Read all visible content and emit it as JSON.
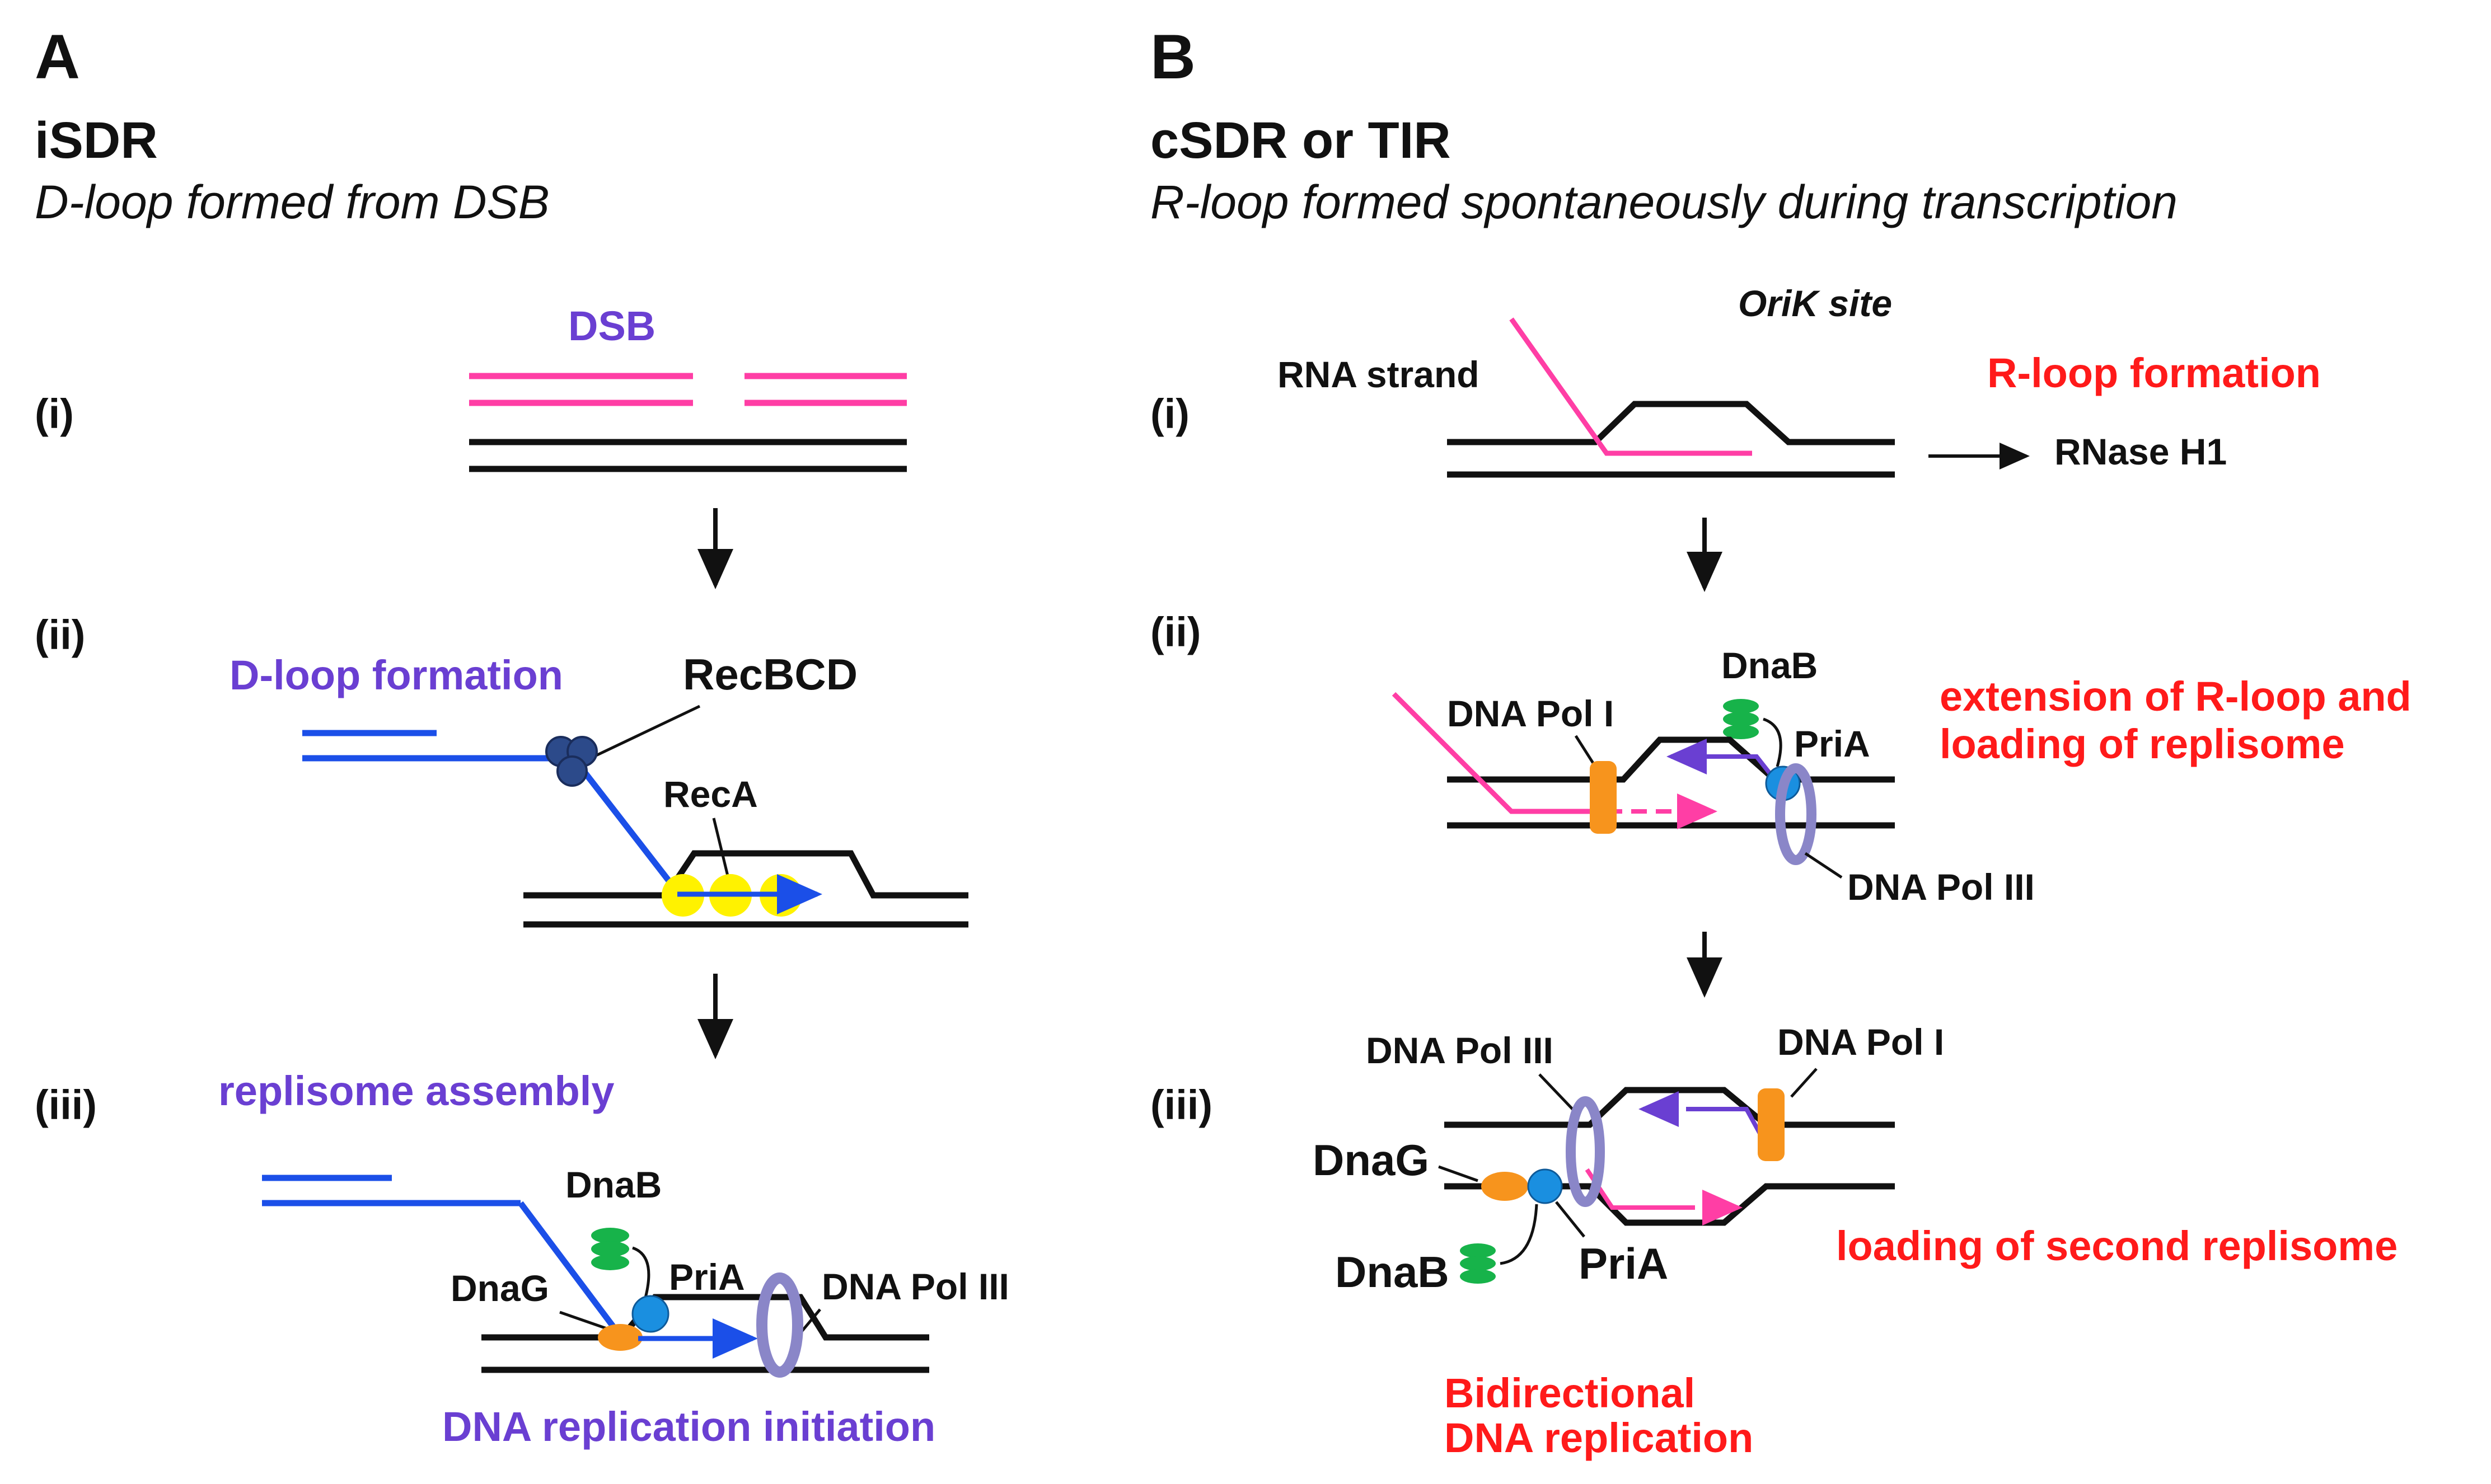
{
  "colors": {
    "dna": "#111111",
    "pink": "#ff3ea5",
    "blue": "#1b4fe8",
    "purple": "#6a3fd2",
    "red": "#ff1a1a",
    "orange": "#f7941d",
    "yellow": "#fff200",
    "green": "#17b34a",
    "pria": "#1a8fe0",
    "recbcd": "#2c4a8a",
    "pol3": "#8a86c8"
  },
  "panel_a": {
    "letter": "A",
    "title": "iSDR",
    "subtitle": "D-loop formed from DSB",
    "step_i": "(i)",
    "step_ii": "(ii)",
    "step_iii": "(iii)",
    "dsb": "DSB",
    "dloop_formation": "D-loop formation",
    "recbcd": "RecBCD",
    "reca": "RecA",
    "replisome_assembly": "replisome assembly",
    "dnab": "DnaB",
    "dnag": "DnaG",
    "pria": "PriA",
    "dna_pol_iii": "DNA Pol III",
    "replication_initiation": "DNA replication initiation"
  },
  "panel_b": {
    "letter": "B",
    "title": "cSDR or TIR",
    "subtitle": "R-loop formed spontaneously during transcription",
    "step_i": "(i)",
    "step_ii": "(ii)",
    "step_iii": "(iii)",
    "orik_site": "OriK site",
    "rna_strand": "RNA strand",
    "rloop_formation": "R-loop formation",
    "rnase_h1": "RNase H1",
    "dnab_ii": "DnaB",
    "dna_pol_i_ii": "DNA Pol I",
    "pria_ii": "PriA",
    "dna_pol_iii_ii": "DNA Pol III",
    "extension_line1": "extension of R-loop and",
    "extension_line2": "loading of replisome",
    "dna_pol_iii_iii": "DNA Pol III",
    "dna_pol_i_iii": "DNA Pol I",
    "dnag_iii": "DnaG",
    "dnab_iii": "DnaB",
    "pria_iii": "PriA",
    "second_replisome": "loading of second replisome",
    "bidirectional_line1": "Bidirectional",
    "bidirectional_line2": "DNA replication"
  }
}
